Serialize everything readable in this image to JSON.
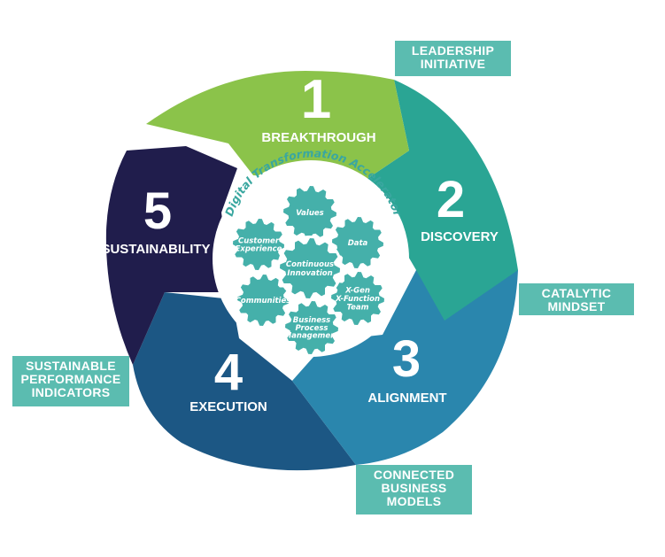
{
  "segments": [
    {
      "number": "1",
      "label": "BREAKTHROUGH",
      "color": "#8bc34a"
    },
    {
      "number": "2",
      "label": "DISCOVERY",
      "color": "#2aa594"
    },
    {
      "number": "3",
      "label": "ALIGNMENT",
      "color": "#2a86ad"
    },
    {
      "number": "4",
      "label": "EXECUTION",
      "color": "#1c5784"
    },
    {
      "number": "5",
      "label": "SUSTAINABILITY",
      "color": "#201d4c"
    }
  ],
  "center": {
    "title": "Digital Transformation Accelerator",
    "hub": [
      "Continuous",
      "Innovation"
    ],
    "gears": [
      {
        "lines": [
          "Values"
        ]
      },
      {
        "lines": [
          "Data"
        ]
      },
      {
        "lines": [
          "X-Gen",
          "X-Function",
          "Team"
        ]
      },
      {
        "lines": [
          "Business",
          "Process",
          "Management"
        ]
      },
      {
        "lines": [
          "Communities"
        ]
      },
      {
        "lines": [
          "Customer",
          "Experience"
        ]
      }
    ],
    "gear_color": "#45b0aa"
  },
  "tags": {
    "leadership": [
      "LEADERSHIP",
      "INITIATIVE"
    ],
    "catalytic": [
      "CATALYTIC",
      "MINDSET"
    ],
    "connected": [
      "CONNECTED",
      "BUSINESS",
      "MODELS"
    ],
    "sustainable": [
      "SUSTAINABLE",
      "PERFORMANCE",
      "INDICATORS"
    ],
    "tag_color": "#5bbcb0"
  }
}
